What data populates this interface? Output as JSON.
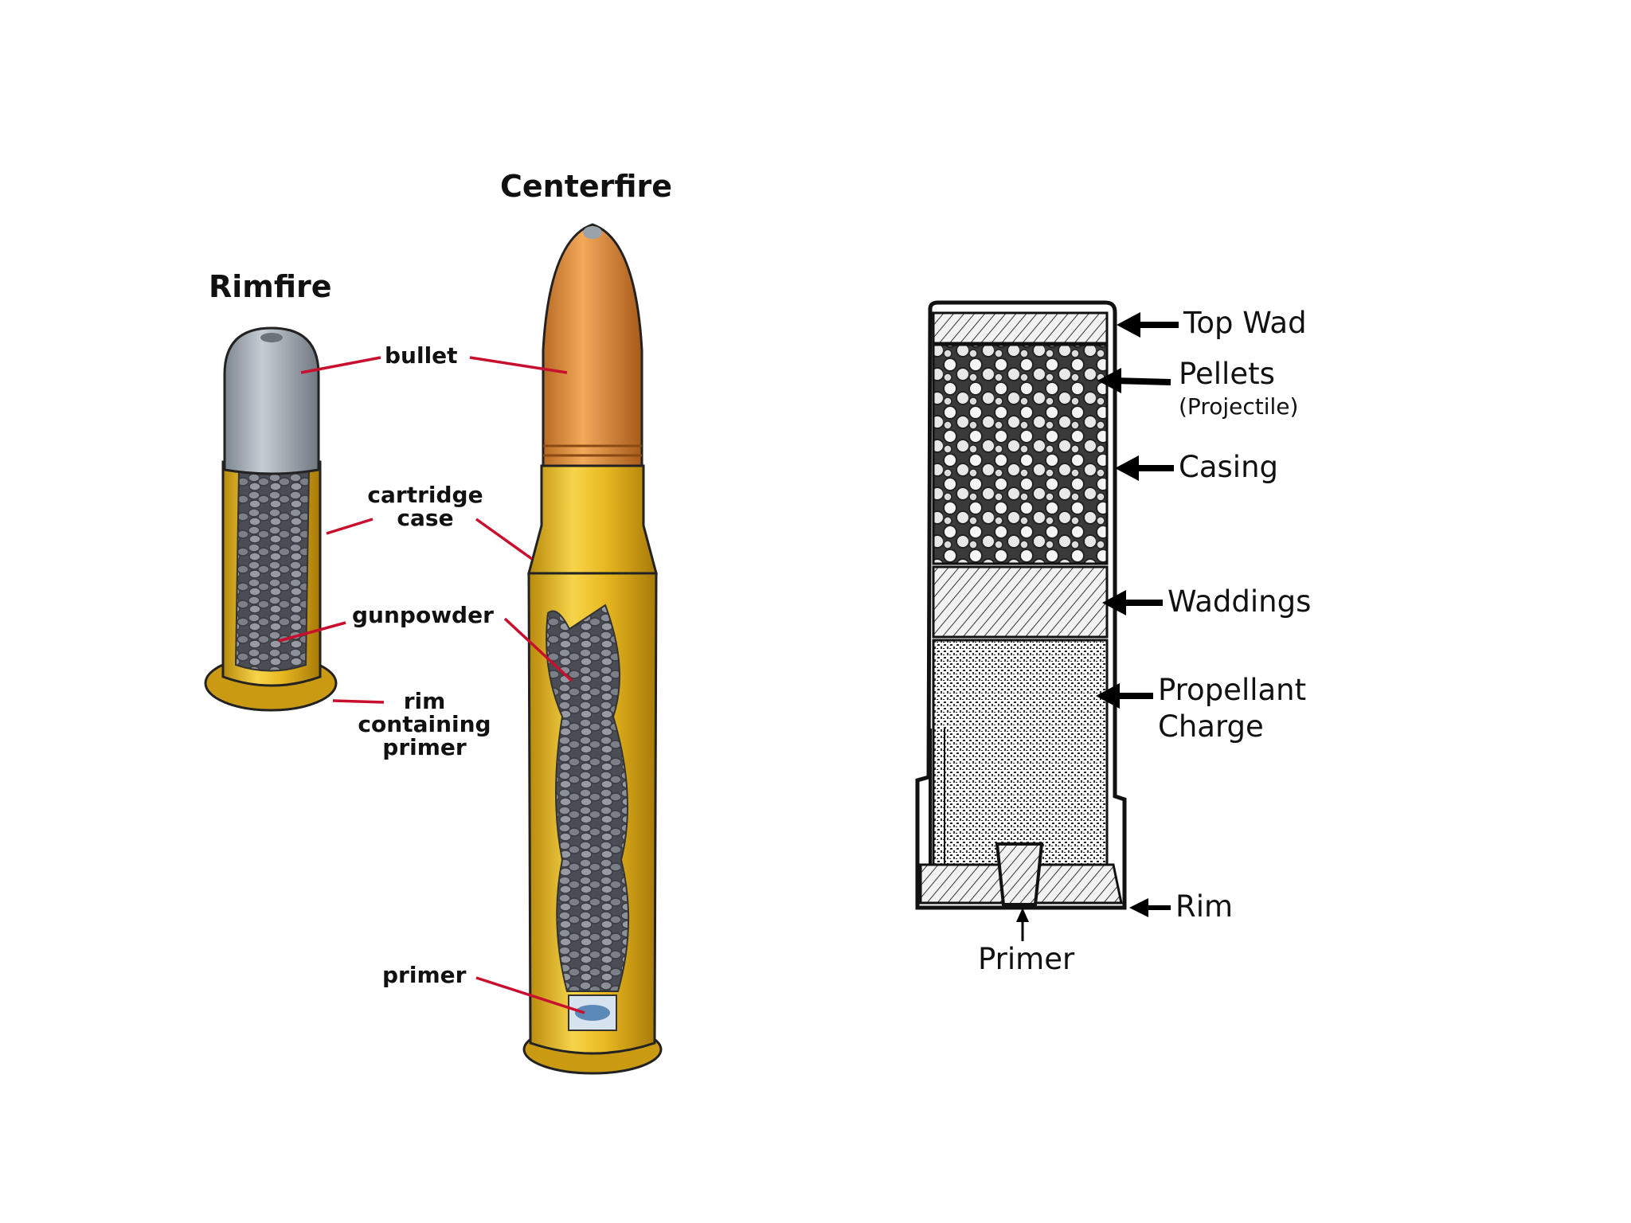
{
  "metallic": {
    "rimfire_title": "Rimfire",
    "centerfire_title": "Centerfire",
    "labels": {
      "bullet": "bullet",
      "cartridge_case_line1": "cartridge",
      "cartridge_case_line2": "case",
      "gunpowder": "gunpowder",
      "rim_line1": "rim",
      "rim_line2": "containing",
      "rim_line3": "primer",
      "primer": "primer"
    }
  },
  "shotshell": {
    "labels": {
      "top_wad": "Top Wad",
      "pellets": "Pellets",
      "pellets_note": "(Projectile)",
      "casing": "Casing",
      "waddings": "Waddings",
      "propellant_line1": "Propellant",
      "propellant_line2": "Charge",
      "rim": "Rim",
      "primer": "Primer"
    }
  },
  "colors": {
    "brass": "#e8b820",
    "copper": "#d9893a",
    "lead": "#9ba3ad",
    "powder": "#6d7078",
    "leader": "#c8102e",
    "ink": "#111111"
  }
}
